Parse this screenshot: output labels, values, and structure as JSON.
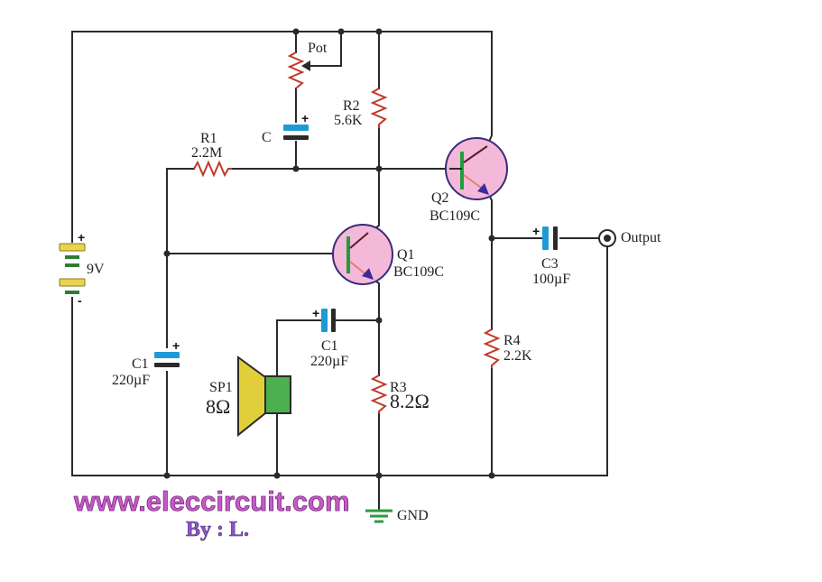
{
  "components": {
    "pot": {
      "label": "Pot"
    },
    "c": {
      "label": "C"
    },
    "r1": {
      "name": "R1",
      "value": "2.2M"
    },
    "r2": {
      "name": "R2",
      "value": "5.6K"
    },
    "r3": {
      "name": "R3",
      "value": "8.2Ω"
    },
    "r4": {
      "name": "R4",
      "value": "2.2K"
    },
    "q1": {
      "name": "Q1",
      "type": "BC109C"
    },
    "q2": {
      "name": "Q2",
      "type": "BC109C"
    },
    "c1_left": {
      "name": "C1",
      "value": "220µF"
    },
    "c1_mid": {
      "name": "C1",
      "value": "220µF"
    },
    "c3": {
      "name": "C3",
      "value": "100µF"
    },
    "battery": {
      "value": "9V",
      "plus": "+",
      "minus": "-"
    },
    "speaker": {
      "name": "SP1",
      "value": "8Ω"
    },
    "output": {
      "label": "Output"
    },
    "ground": {
      "label": "GND"
    },
    "polarity_plus": "+"
  },
  "footer": {
    "website": "www.eleccircuit.com",
    "author": "By : L."
  },
  "colors": {
    "wire": "#2a2a2a",
    "resistor": "#c0392b",
    "capacitor": "#1e9bd7",
    "transistor_fill": "#f4b8d8",
    "transistor_base": "#1f9d3a",
    "transistor_emitter": "#3b2a9a",
    "battery": "#e8d44d",
    "speaker_cone": "#e0cf3a",
    "speaker_body": "#4caf50",
    "ground": "#2e9a3e",
    "brand": "#c45ac8",
    "byline": "#8a57c2"
  }
}
